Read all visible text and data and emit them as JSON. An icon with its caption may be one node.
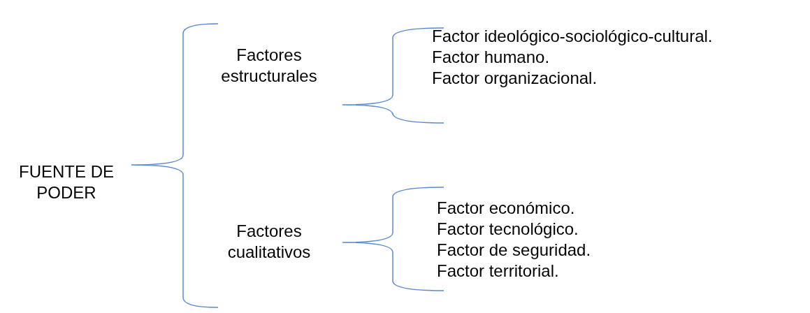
{
  "diagram": {
    "labels": [
      "FUENTE DE PODER",
      "Factores estructurales",
      "Factor ideológico-sociológico-cultural.",
      "Factor humano.",
      "Factor organizacional.",
      "Factores cualitativos",
      "Factor económico.",
      "Factor tecnológico.",
      "Factor de seguridad.",
      "Factor territorial."
    ]
  }
}
